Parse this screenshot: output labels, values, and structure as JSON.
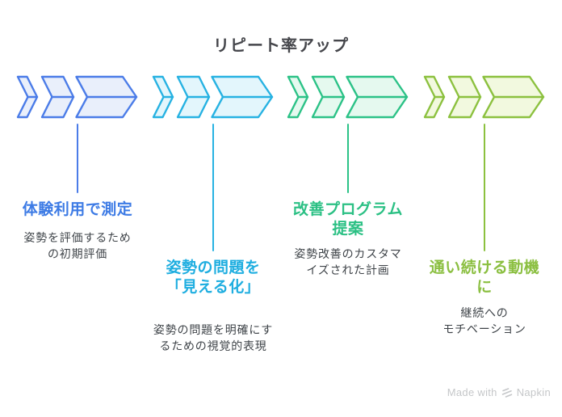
{
  "title": "リピート率アップ",
  "groups": [
    {
      "accent": "#4b7ce8",
      "fill": "#e9effb",
      "title_color": "#3d7be5",
      "title_lines": [
        "体験利用で測定"
      ],
      "desc_lines": [
        "姿勢を評価するため",
        "の初期評価"
      ]
    },
    {
      "accent": "#27b2e2",
      "fill": "#e3f6fc",
      "title_color": "#1faee0",
      "title_lines": [
        "姿勢の問題を",
        "「見える化」"
      ],
      "desc_lines": [
        "姿勢の問題を明確にす",
        "るための視覚的表現"
      ]
    },
    {
      "accent": "#2cc287",
      "fill": "#e5f9ef",
      "title_color": "#2bc084",
      "title_lines": [
        "改善プログラム",
        "提案"
      ],
      "desc_lines": [
        "姿勢改善のカスタマ",
        "イズされた計画"
      ]
    },
    {
      "accent": "#8cc13f",
      "fill": "#f2f9df",
      "title_color": "#8bbf41",
      "title_lines": [
        "通い続ける動機",
        "に"
      ],
      "desc_lines": [
        "継続への",
        "モチベーション"
      ]
    }
  ],
  "watermark": {
    "made_with": "Made with",
    "brand": "Napkin",
    "color": "#c5c7c9"
  }
}
